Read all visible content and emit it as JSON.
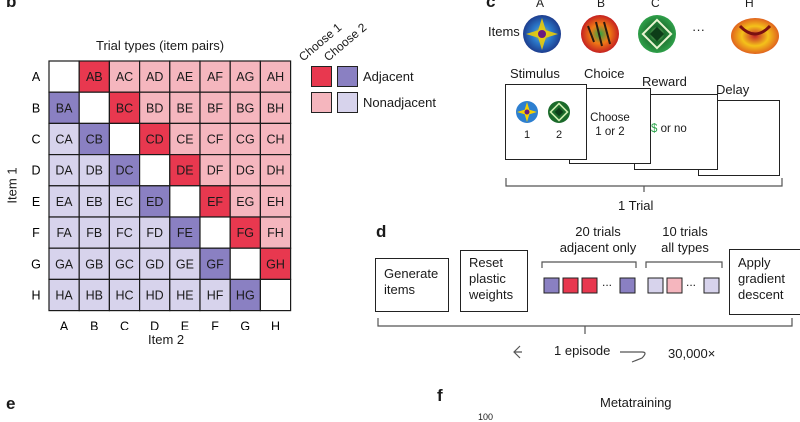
{
  "panel_labels": {
    "b": "b",
    "c": "c",
    "d": "d",
    "e": "e",
    "f": "f"
  },
  "panel_b": {
    "title": "Trial types (item pairs)",
    "ylabel": "Item 1",
    "xlabel": "Item 2",
    "items": [
      "A",
      "B",
      "C",
      "D",
      "E",
      "F",
      "G",
      "H"
    ],
    "legend": {
      "choose1": "Choose 1",
      "choose2": "Choose 2",
      "adjacent": "Adjacent",
      "nonadjacent": "Nonadjacent"
    },
    "colors": {
      "adjacent_choose1": "#e8384f",
      "adjacent_choose2": "#8a80c2",
      "nonadjacent_choose1": "#f5b6be",
      "nonadjacent_choose2": "#d7d3ec",
      "diagonal": "#ffffff"
    }
  },
  "panel_c": {
    "items_label": "Items",
    "item_names": [
      "A",
      "B",
      "C",
      "H"
    ],
    "ellipsis": "···",
    "stages": [
      "Stimulus",
      "Choice",
      "Reward",
      "Delay"
    ],
    "stim_labels": [
      "1",
      "2"
    ],
    "choice_text": [
      "Choose",
      "1 or 2"
    ],
    "reward_symbol": "$",
    "reward_text": "or no",
    "footer": "1 Trial"
  },
  "panel_d": {
    "generate": [
      "Generate",
      "items"
    ],
    "reset": [
      "Reset",
      "plastic",
      "weights"
    ],
    "adjacent_label": [
      "20 trials",
      "adjacent only"
    ],
    "alltypes_label": [
      "10 trials",
      "all types"
    ],
    "ellipsis": "...",
    "apply": [
      "Apply",
      "gradient",
      "descent"
    ],
    "episode": "1 episode",
    "repeat": "30,000×"
  },
  "panel_f": {
    "title": "Metatraining",
    "tick_partial": "100"
  }
}
